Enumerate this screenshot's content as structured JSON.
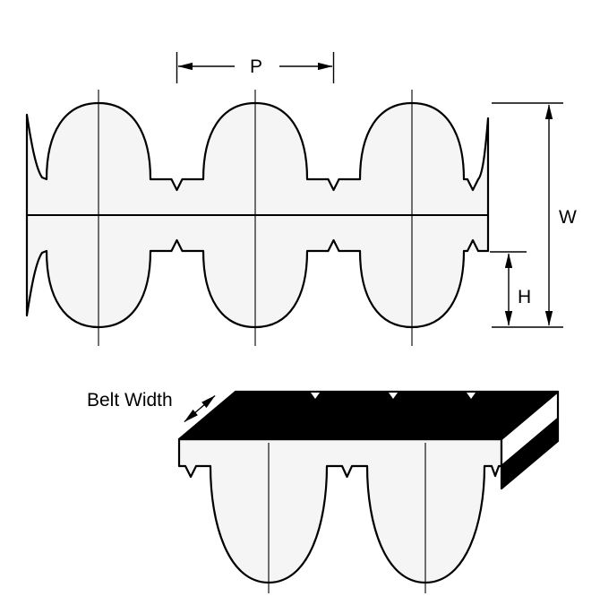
{
  "labels": {
    "pitch": "P",
    "width": "W",
    "height": "H",
    "belt_width": "Belt Width"
  },
  "colors": {
    "outline": "#000000",
    "belt_fill": "#f5f5f5",
    "surface": "#000000",
    "background": "#ffffff"
  }
}
